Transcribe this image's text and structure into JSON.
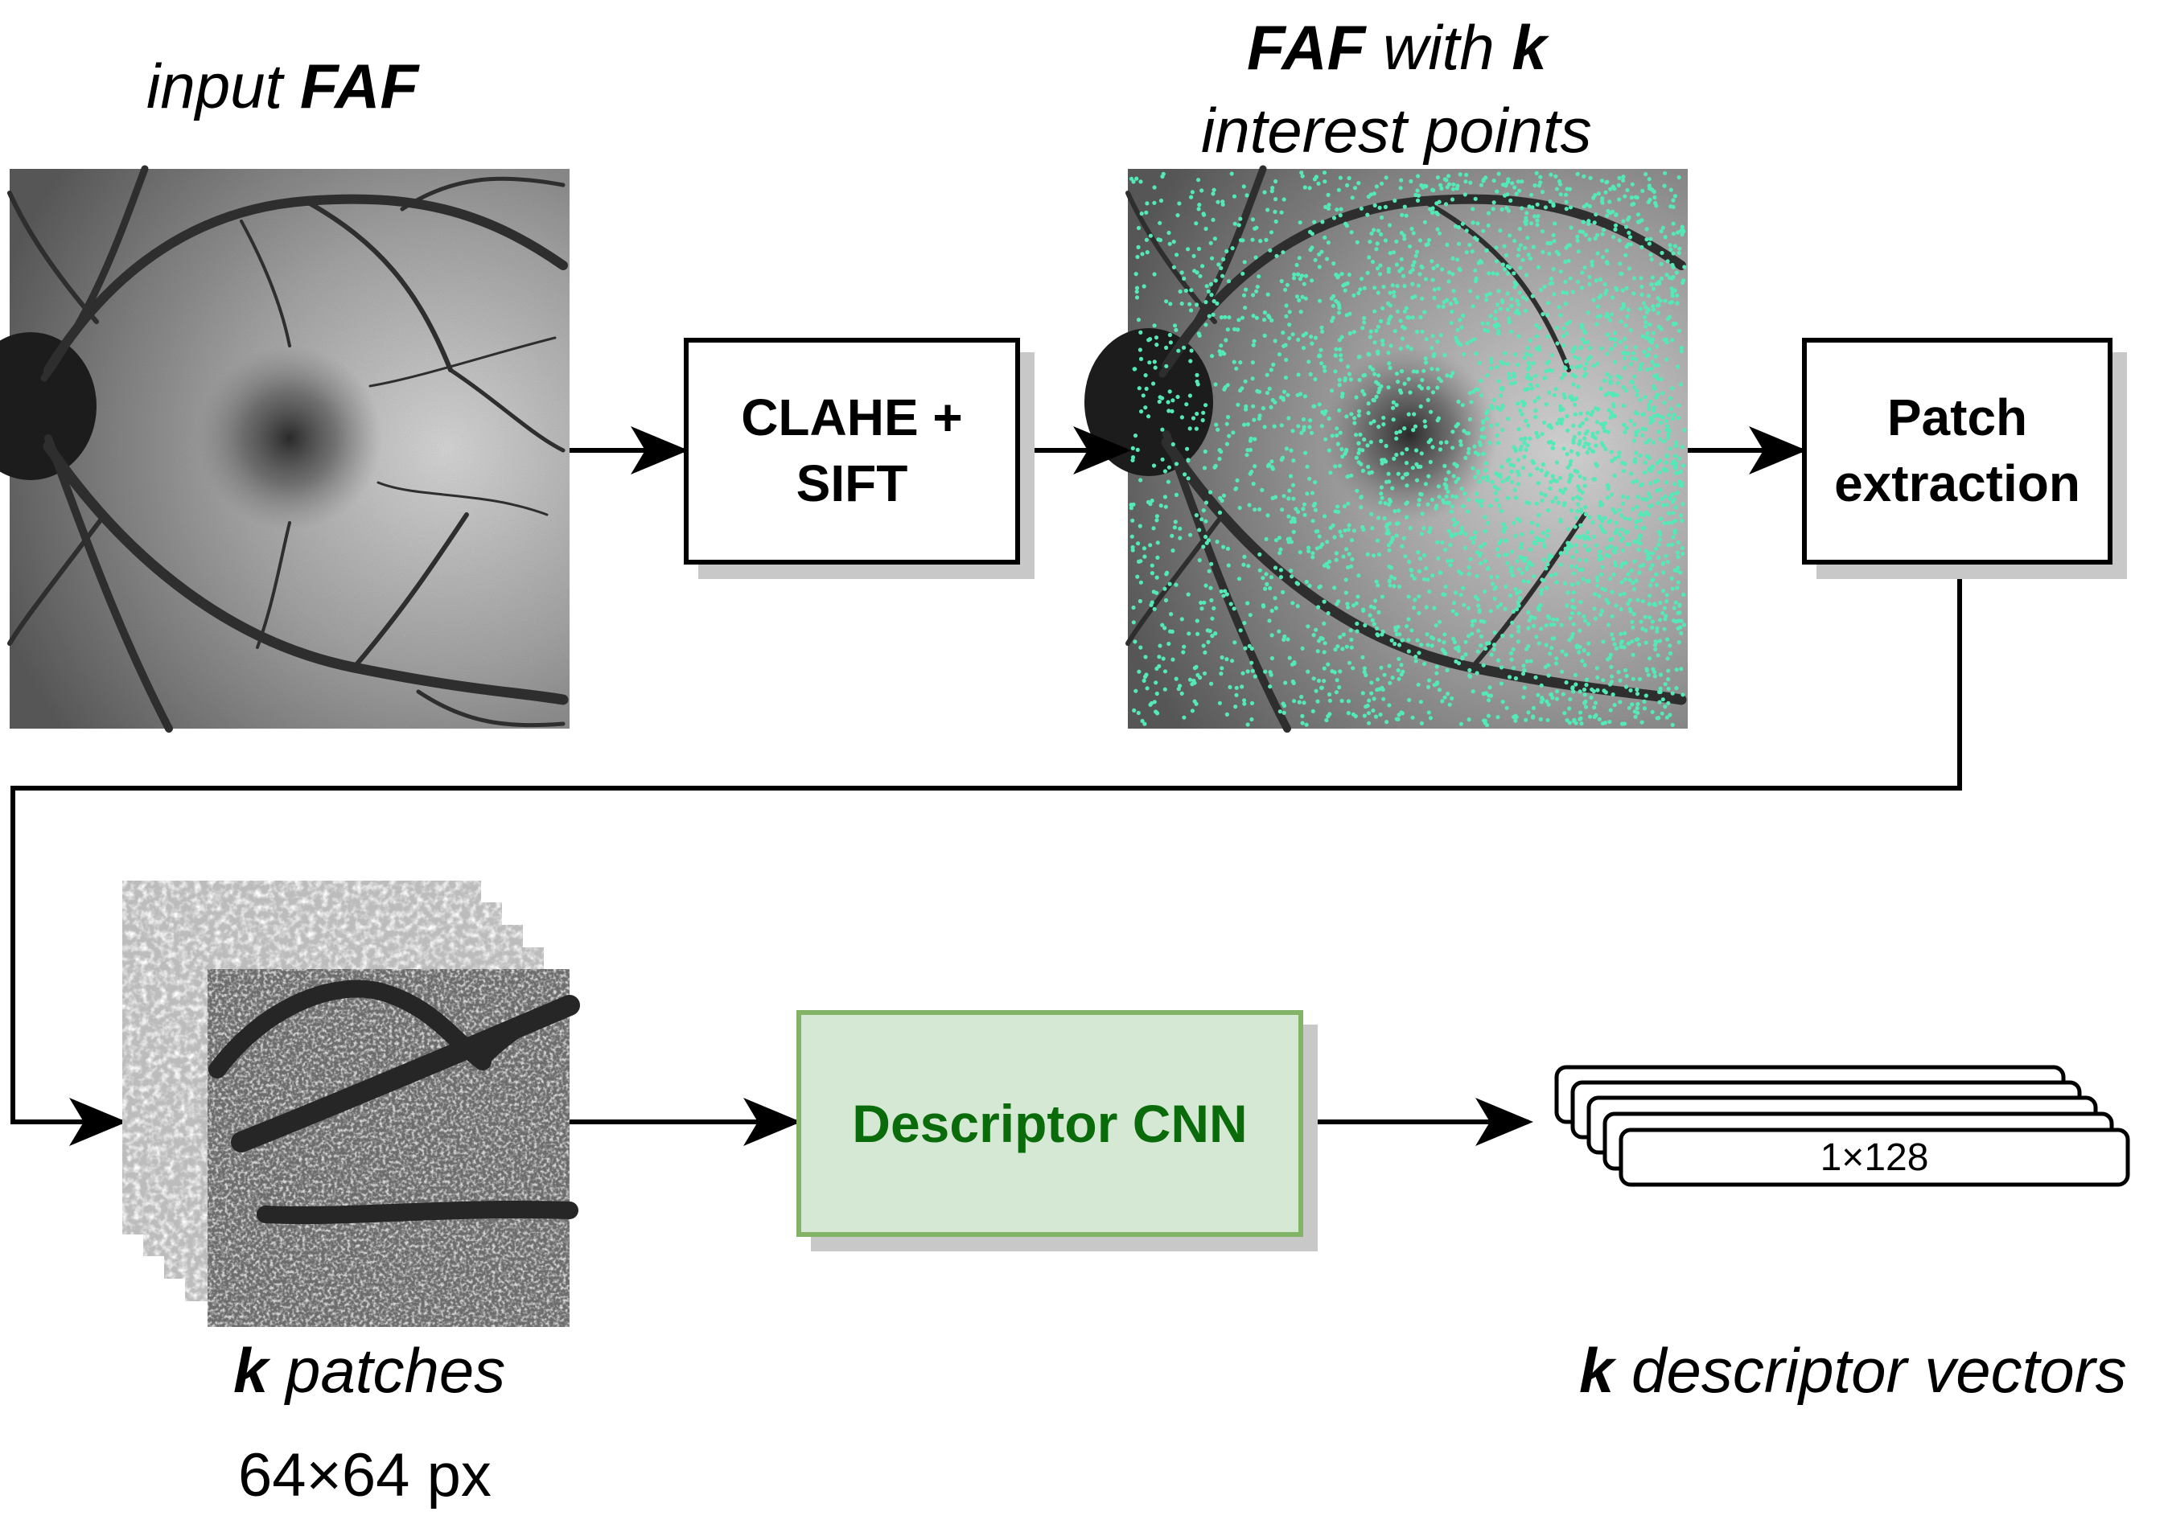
{
  "labels": {
    "input_faf": {
      "pre": "input ",
      "bold": "FAF"
    },
    "faf_k_line1": {
      "bold1": "FAF",
      "mid": " with ",
      "bold2": "k"
    },
    "faf_k_line2": "interest points",
    "k_patches": {
      "bold": "k",
      "rest": " patches"
    },
    "patch_size": "64×64 px",
    "k_descriptors": {
      "bold": "k",
      "rest": " descriptor vectors"
    }
  },
  "boxes": {
    "clahe_sift": {
      "line1": "CLAHE +",
      "line2": "SIFT"
    },
    "patch_extraction": {
      "line1": "Patch",
      "line2": "extraction"
    },
    "descriptor_cnn": "Descriptor CNN"
  },
  "vector_dim": "1×128",
  "colors": {
    "keypoint": "#55e8b8",
    "cnn_fill": "#d5e8d4",
    "cnn_border": "#82b366",
    "cnn_text": "#0a6b0a",
    "shadow": "#c8c8c8"
  }
}
